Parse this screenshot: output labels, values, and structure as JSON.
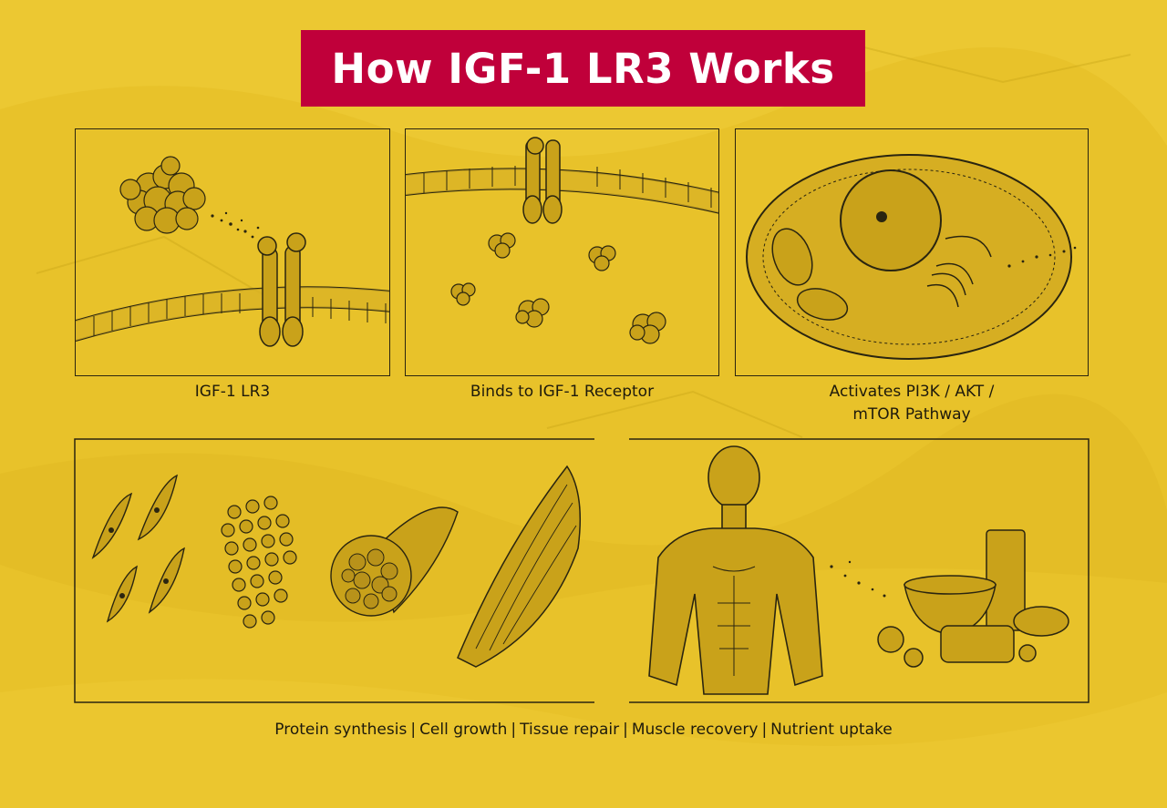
{
  "title": "How IGF-1 LR3 Works",
  "panels": [
    {
      "caption": "IGF-1 LR3"
    },
    {
      "caption": "Binds to IGF-1 Receptor"
    },
    {
      "caption_line1": "Activates PI3K / AKT /",
      "caption_line2": "mTOR Pathway"
    }
  ],
  "effects": [
    "Protein synthesis",
    "Cell growth",
    "Tissue repair",
    "Muscle recovery",
    "Nutrient uptake"
  ],
  "effects_separator": "|",
  "colors": {
    "background": "#e8c22a",
    "banner": "#c0003a",
    "ink": "#1e1a0c",
    "title_text": "#ffffff"
  }
}
